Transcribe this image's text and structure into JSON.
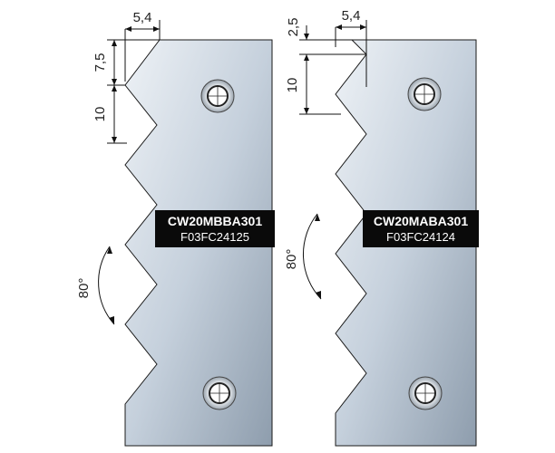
{
  "colors": {
    "knife_light": "#e8edf2",
    "knife_dark": "#8e9dad",
    "outline": "#1a1a1a",
    "label_bg": "#0a0a0a",
    "label_text": "#ffffff"
  },
  "left_knife": {
    "code": "CW20MBBA301",
    "ref": "F03FC24125",
    "dim_top_width": "5,4",
    "dim_first_tooth": "7,5",
    "dim_pitch": "10",
    "dim_angle": "80°"
  },
  "right_knife": {
    "code": "CW20MABA301",
    "ref": "F03FC24124",
    "dim_top_width": "5,4",
    "dim_first_tooth": "2,5",
    "dim_pitch": "10",
    "dim_angle": "80°"
  }
}
